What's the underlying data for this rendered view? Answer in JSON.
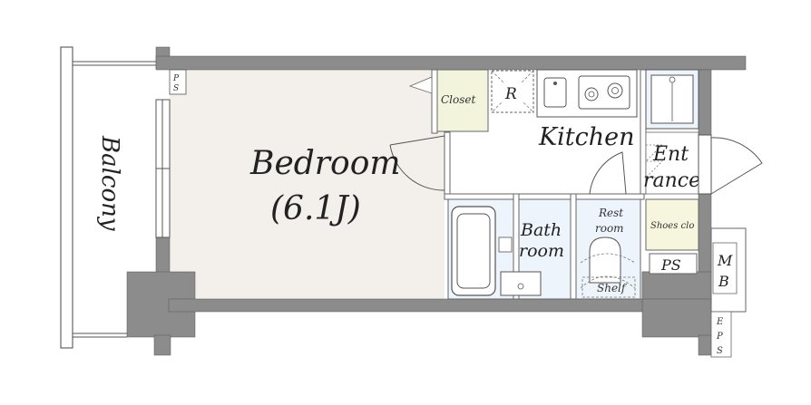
{
  "plan": {
    "balcony": "Balcony",
    "bedroom_name": "Bedroom",
    "bedroom_size": "(6.1J)",
    "closet": "Closet",
    "refrigerator": "R",
    "kitchen": "Kitchen",
    "entrance_line1": "Ent",
    "entrance_line2": "rance",
    "bath_line1": "Bath",
    "bath_line2": "room",
    "rest_line1": "Rest",
    "rest_line2": "room",
    "shelf": "Shelf",
    "shoes_closet": "Shoes clo",
    "ps_main": "PS",
    "mb_line1": "M",
    "mb_line2": "B",
    "ps_small_1": "P",
    "ps_small_2": "S",
    "eps_1": "E",
    "eps_2": "P",
    "eps_3": "S"
  },
  "colors": {
    "wall": "#8c8c8c",
    "bedroom_floor": "#f3efea",
    "closet_fill": "#f3f4dc",
    "bath_fill": "#eef4fb",
    "shoes_fill": "#f6f5de"
  }
}
